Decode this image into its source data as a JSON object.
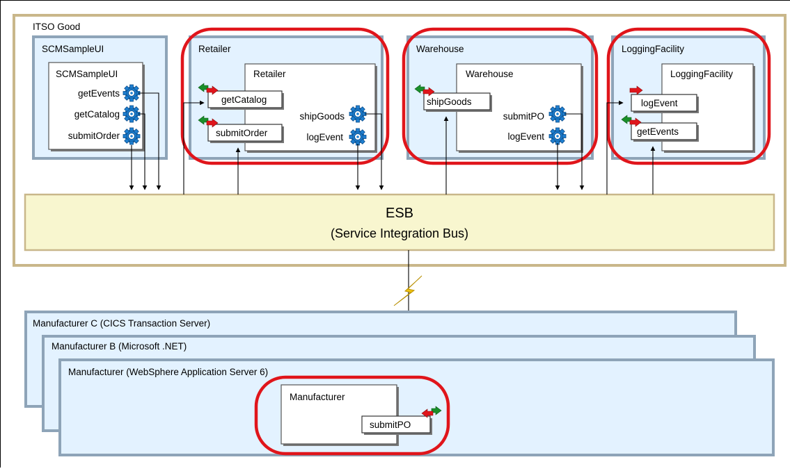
{
  "diagram": {
    "outer_title": "ITSO Good",
    "components": {
      "scm_ui": {
        "title": "SCMSampleUI",
        "inner_title": "SCMSampleUI",
        "ops": [
          "getEvents",
          "getCatalog",
          "submitOrder"
        ]
      },
      "retailer": {
        "title": "Retailer",
        "inner_title": "Retailer",
        "ports": [
          "getCatalog",
          "submitOrder"
        ],
        "ops": [
          "shipGoods",
          "logEvent"
        ]
      },
      "warehouse": {
        "title": "Warehouse",
        "inner_title": "Warehouse",
        "ports": [
          "shipGoods"
        ],
        "ops": [
          "submitPO",
          "logEvent"
        ]
      },
      "logging": {
        "title": "LoggingFacility",
        "inner_title": "LoggingFacility",
        "ports": [
          "logEvent",
          "getEvents"
        ]
      }
    },
    "esb": {
      "title": "ESB",
      "subtitle": "(Service Integration Bus)"
    },
    "manufacturers": [
      "Manufacturer C (CICS Transaction Server)",
      "Manufacturer B (Microsoft .NET)",
      "Manufacturer (WebSphere Application Server 6)"
    ],
    "manufacturer_box": {
      "title": "Manufacturer",
      "port": "submitPO"
    },
    "colors": {
      "pane": "#e3f2ff",
      "pane_border": "#8ea4b8",
      "highlight": "#e0151b",
      "esb_fill": "#f8f6cf",
      "outer_border": "#c9b78a",
      "arrow_out": "#e0151b",
      "arrow_in": "#1a8f2a",
      "gear": "#1e7fd0",
      "lightning": "#f2c40f"
    }
  }
}
